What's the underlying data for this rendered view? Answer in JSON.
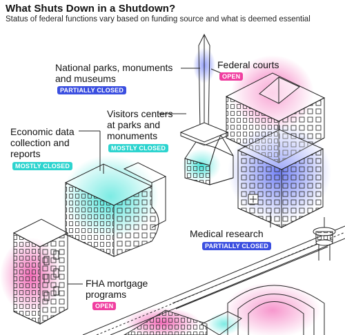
{
  "title": "What Shuts Down in a Shutdown?",
  "subtitle": "Status of federal functions vary based on funding source and what is deemed essential",
  "colors": {
    "partially_closed": "#3b4fe0",
    "mostly_closed": "#2dd4cf",
    "open": "#f03ea0"
  },
  "labels": {
    "parks": {
      "lines": [
        "National parks, monuments",
        "and museums"
      ],
      "status": "PARTIALLY CLOSED"
    },
    "courts": {
      "text": "Federal courts",
      "status": "OPEN"
    },
    "visitors": {
      "lines": [
        "Visitors centers",
        "at parks and",
        "monuments"
      ],
      "status": "MOSTLY CLOSED"
    },
    "economic": {
      "lines": [
        "Economic data",
        "collection and",
        "reports"
      ],
      "status": "MOSTLY CLOSED"
    },
    "medical": {
      "text": "Medical research",
      "status": "PARTIALLY CLOSED"
    },
    "fha": {
      "lines": [
        "FHA mortgage",
        "programs"
      ],
      "status": "OPEN"
    }
  }
}
